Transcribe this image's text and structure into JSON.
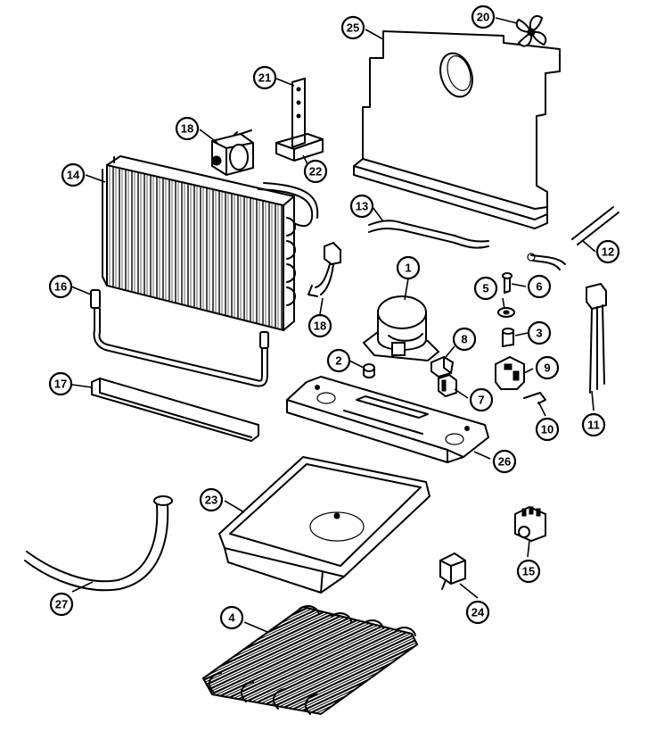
{
  "callouts": [
    {
      "id": "1",
      "label": "1"
    },
    {
      "id": "2",
      "label": "2"
    },
    {
      "id": "3",
      "label": "3"
    },
    {
      "id": "4",
      "label": "4"
    },
    {
      "id": "5",
      "label": "5"
    },
    {
      "id": "6",
      "label": "6"
    },
    {
      "id": "7",
      "label": "7"
    },
    {
      "id": "8",
      "label": "8"
    },
    {
      "id": "9",
      "label": "9"
    },
    {
      "id": "10",
      "label": "10"
    },
    {
      "id": "11",
      "label": "11"
    },
    {
      "id": "12",
      "label": "12"
    },
    {
      "id": "13",
      "label": "13"
    },
    {
      "id": "14",
      "label": "14"
    },
    {
      "id": "15",
      "label": "15"
    },
    {
      "id": "16",
      "label": "16"
    },
    {
      "id": "17",
      "label": "17"
    },
    {
      "id": "18a",
      "label": "18"
    },
    {
      "id": "18b",
      "label": "18"
    },
    {
      "id": "20",
      "label": "20"
    },
    {
      "id": "21",
      "label": "21"
    },
    {
      "id": "22",
      "label": "22"
    },
    {
      "id": "23",
      "label": "23"
    },
    {
      "id": "24",
      "label": "24"
    },
    {
      "id": "25",
      "label": "25"
    },
    {
      "id": "26",
      "label": "26"
    },
    {
      "id": "27",
      "label": "27"
    }
  ]
}
